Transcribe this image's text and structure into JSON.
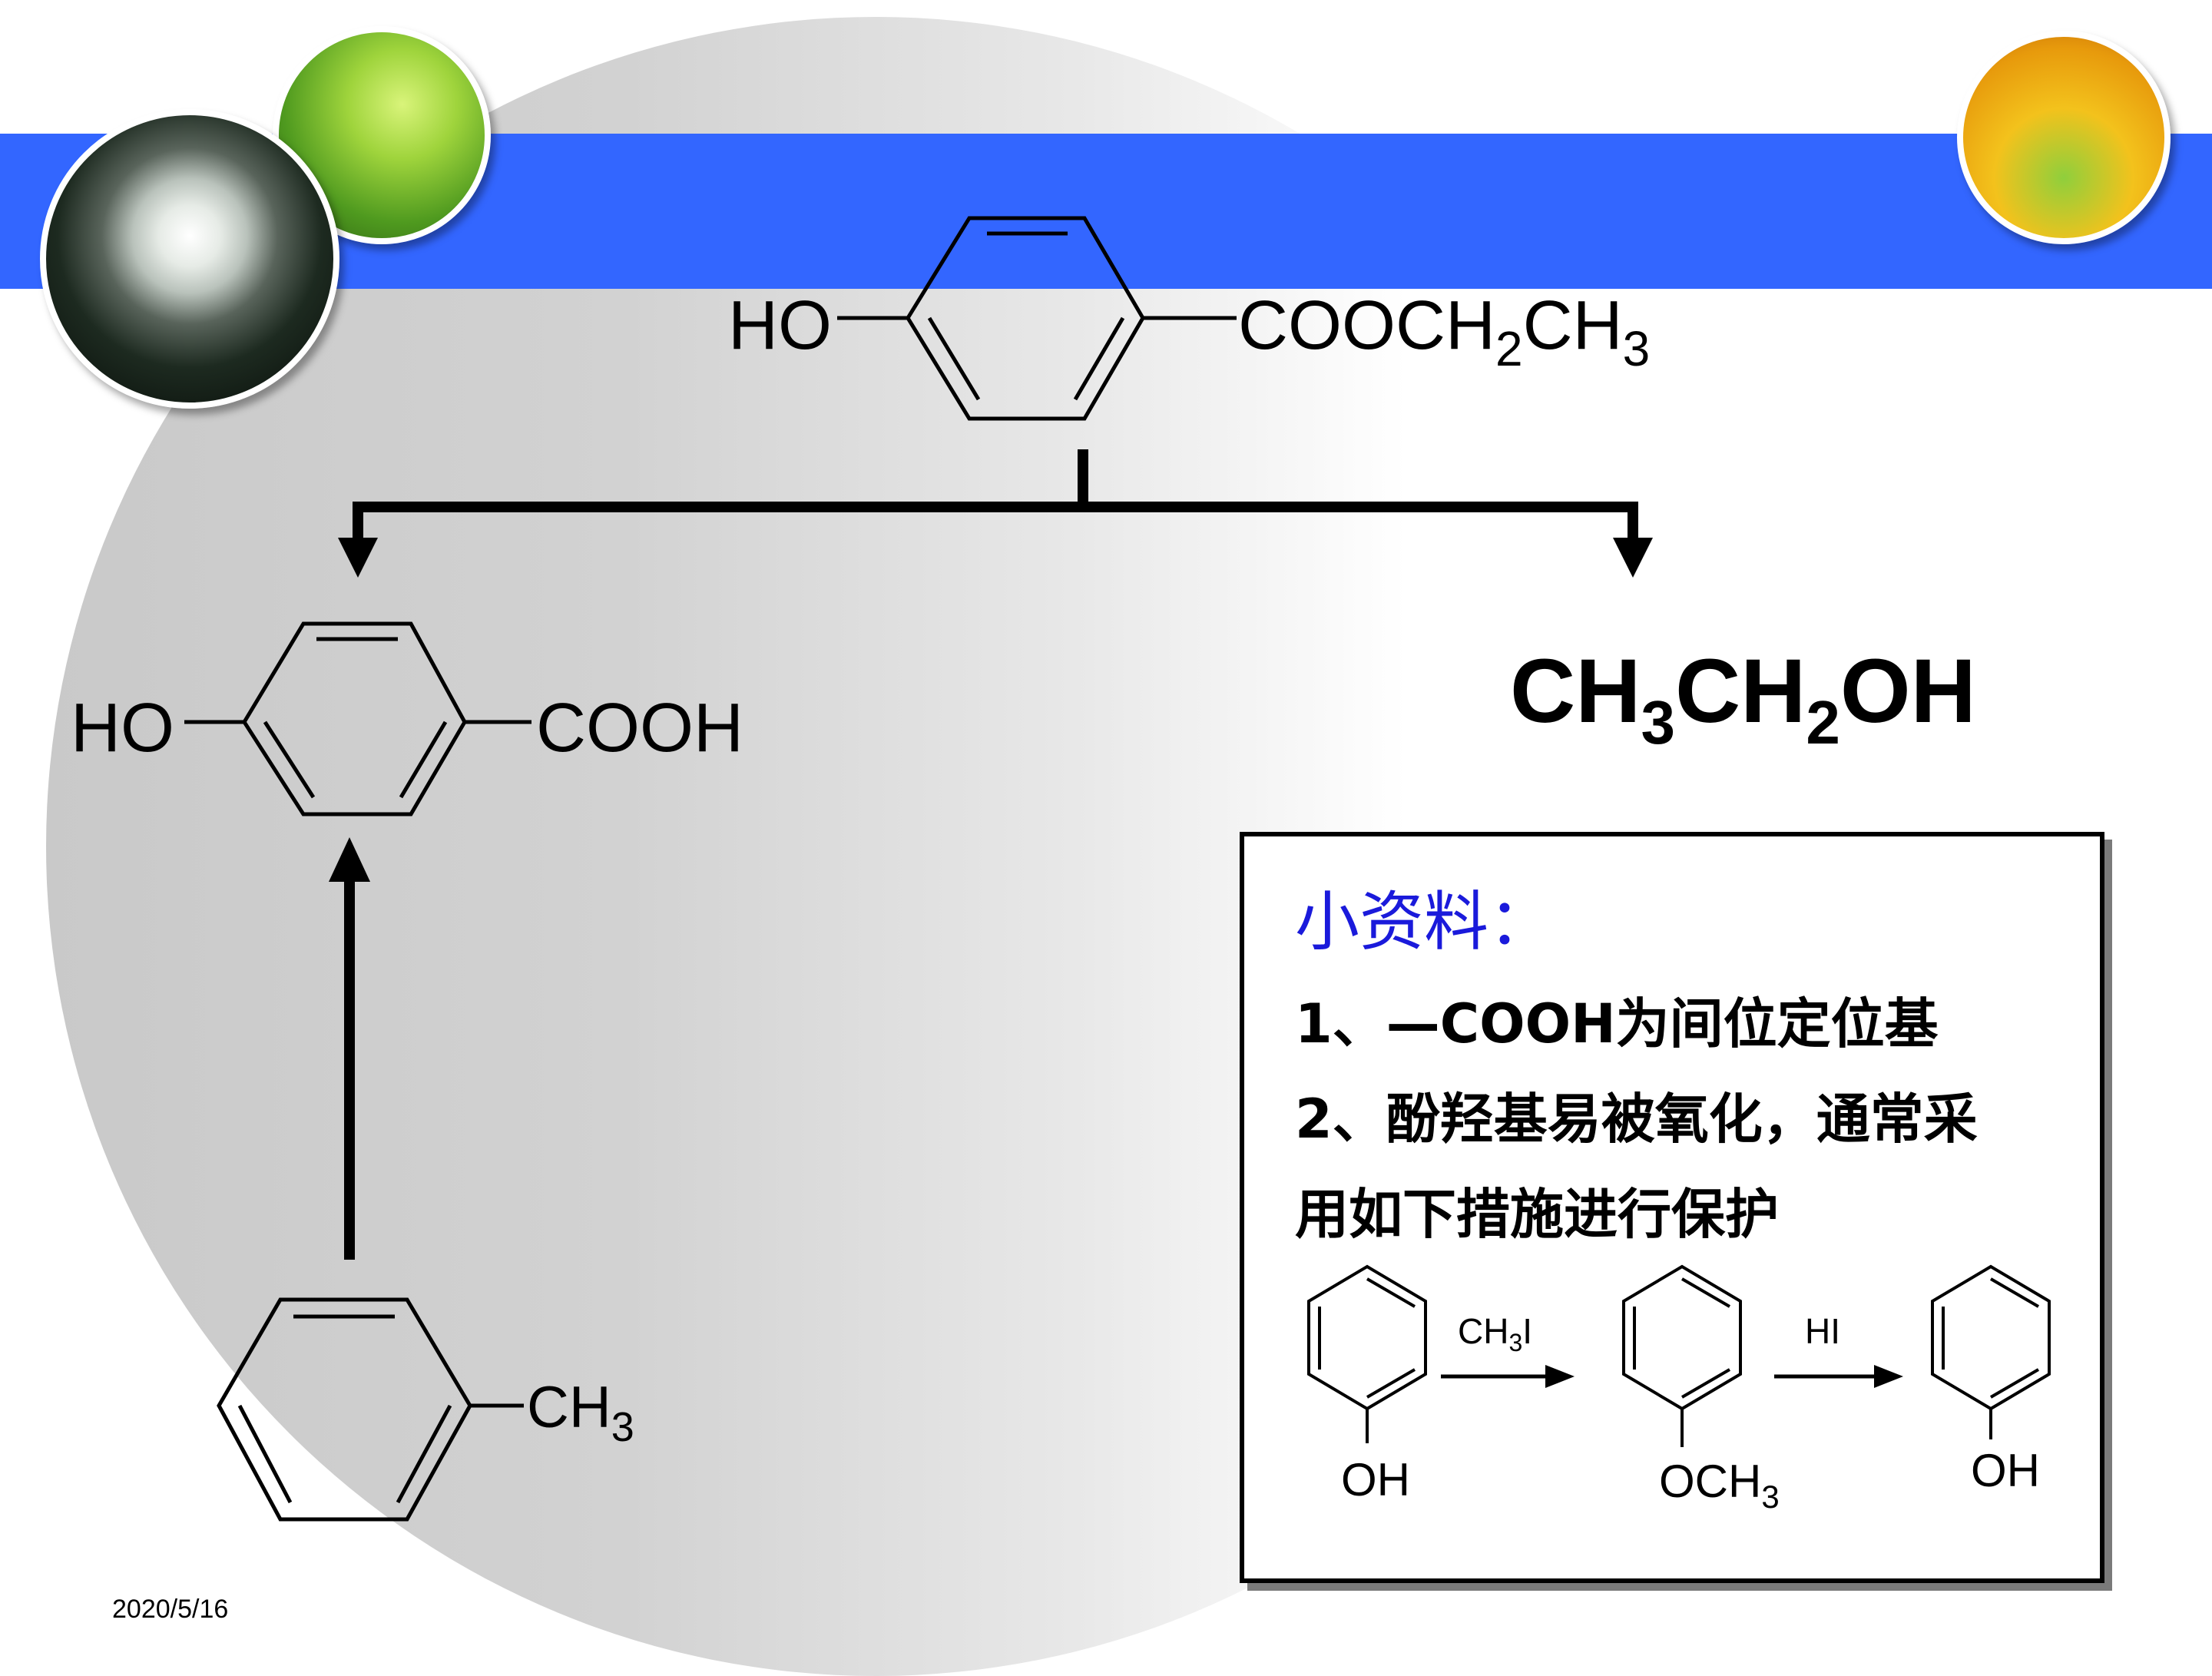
{
  "date": "2020/5/16",
  "molecules": {
    "ester": {
      "left": "HO",
      "right_parts": [
        "COOCH",
        "2",
        "CH",
        "3"
      ]
    },
    "acid": {
      "left": "HO",
      "right": "COOH"
    },
    "ethanol": {
      "parts": [
        "CH",
        "3",
        "CH",
        "2",
        "OH"
      ]
    },
    "toluene": {
      "parts": [
        "CH",
        "3"
      ]
    }
  },
  "info": {
    "title": "小资料：",
    "line1": "1、—COOH为间位定位基",
    "line2": "2、酚羟基易被氧化，通常采",
    "line3": "用如下措施进行保护",
    "scheme": {
      "step1_reagent": [
        "CH",
        "3",
        "I"
      ],
      "step2_reagent": "HI",
      "phenol_label": "OH",
      "anisole_label": [
        "OCH",
        "3"
      ],
      "product_label": "OH"
    }
  },
  "colors": {
    "band": "#3366ff",
    "title": "#1a1adb"
  }
}
